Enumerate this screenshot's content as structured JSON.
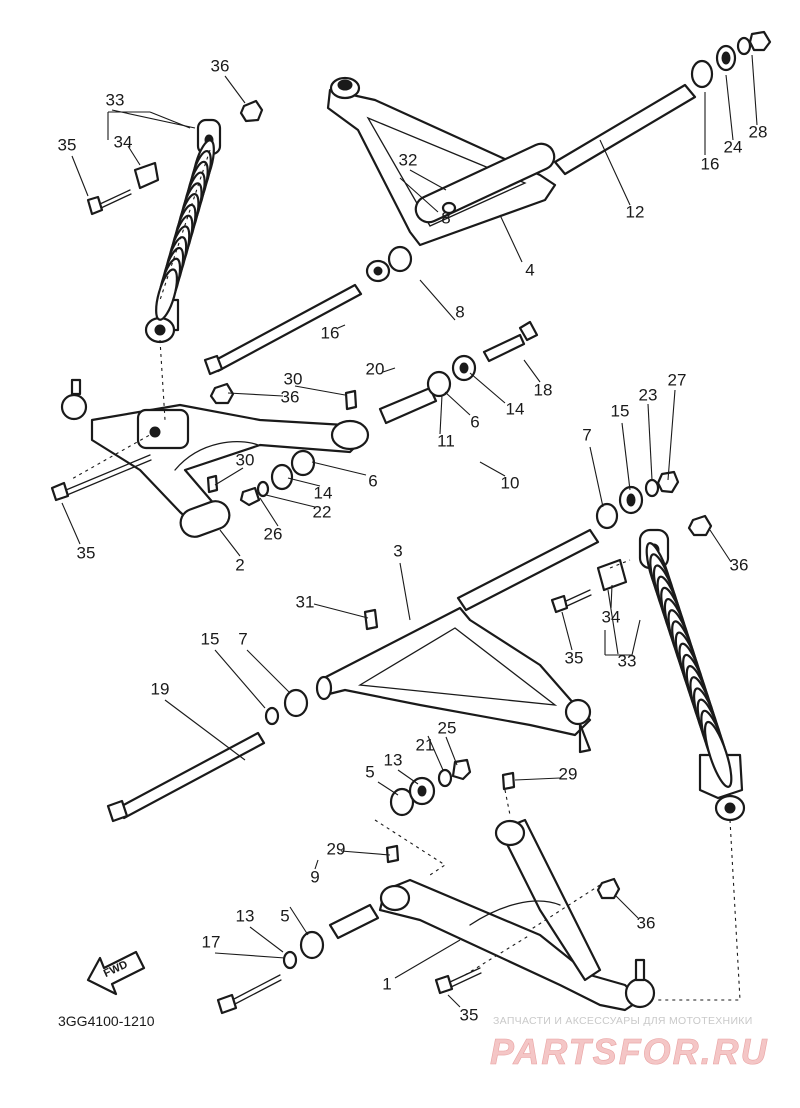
{
  "diagram": {
    "code": "3GG4100-1210",
    "fwd_label": "FWD",
    "callouts": [
      "1",
      "2",
      "3",
      "4",
      "5",
      "5",
      "6",
      "6",
      "7",
      "7",
      "8",
      "8",
      "9",
      "10",
      "11",
      "12",
      "13",
      "13",
      "14",
      "14",
      "15",
      "15",
      "16",
      "16",
      "17",
      "18",
      "19",
      "20",
      "21",
      "22",
      "23",
      "24",
      "25",
      "26",
      "27",
      "28",
      "29",
      "29",
      "30",
      "30",
      "31",
      "32",
      "33",
      "33",
      "34",
      "34",
      "35",
      "35",
      "35",
      "35",
      "36",
      "36",
      "36",
      "36"
    ]
  },
  "watermark": {
    "line1": "ЗАПЧАСТИ И АКСЕССУАРЫ ДЛЯ МОТОТЕХНИКИ",
    "line2": "PARTSFOR.RU"
  },
  "colors": {
    "ink": "#1a1a1a",
    "paper": "#ffffff",
    "watermark_red": "#f4c6c6"
  }
}
